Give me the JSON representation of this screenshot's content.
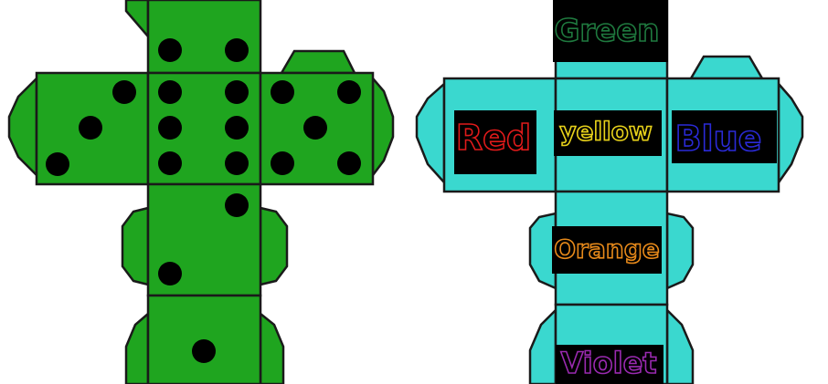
{
  "dice_net": {
    "face_color": "#1fa51f",
    "pip_color": "#000000",
    "outline_color": "#1a1a1a"
  },
  "color_net": {
    "face_color": "#3ad8cf",
    "label_background": "#000000",
    "outline_color": "#1a1a1a",
    "labels": [
      {
        "key": "top",
        "text": "Green",
        "color": "#1f7a3f"
      },
      {
        "key": "left",
        "text": "Red",
        "color": "#e01a1a"
      },
      {
        "key": "center",
        "text": "yellow",
        "color": "#e8d21a"
      },
      {
        "key": "right",
        "text": "Blue",
        "color": "#2a2ad8"
      },
      {
        "key": "lower",
        "text": "Orange",
        "color": "#e88a1a"
      },
      {
        "key": "bottom",
        "text": "Violet",
        "color": "#9a2ab0"
      }
    ]
  }
}
